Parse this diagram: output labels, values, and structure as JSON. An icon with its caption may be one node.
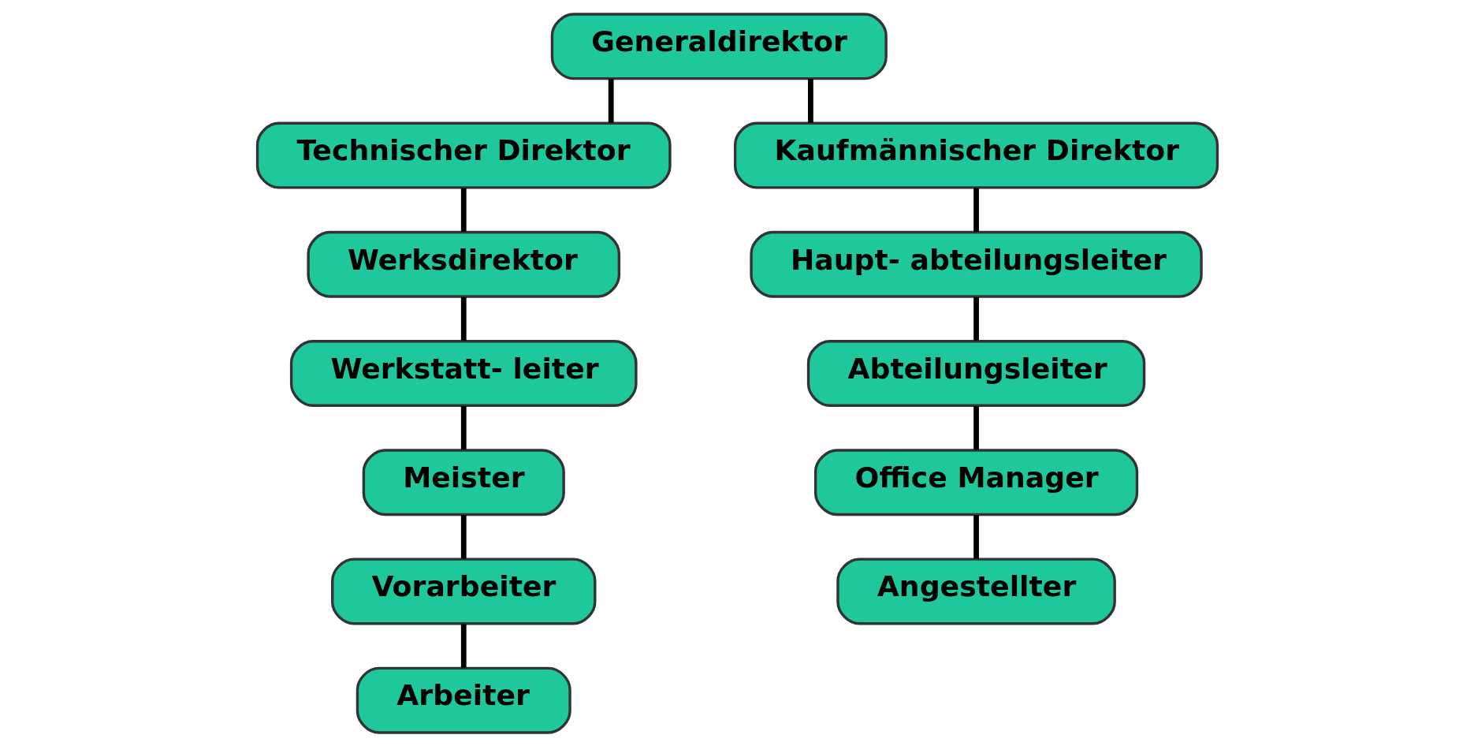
{
  "diagram": {
    "nodes": [
      {
        "text": [
          "Generaldirektor"
        ]
      },
      {
        "text": [
          "Technischer Direktor"
        ]
      },
      {
        "text": [
          "Kaufmännischer Direktor"
        ]
      },
      {
        "text": [
          "Werksdirektor"
        ]
      },
      {
        "text": [
          "Haupt- abteilungsleiter"
        ]
      },
      {
        "text": [
          "Werkstatt- leiter"
        ]
      },
      {
        "text": [
          "Abteilungsleiter"
        ]
      },
      {
        "text": [
          "Meister"
        ]
      },
      {
        "text": [
          "Office Manager"
        ]
      },
      {
        "text": [
          "Vorarbeiter"
        ]
      },
      {
        "text": [
          "Angestellter"
        ]
      },
      {
        "text": [
          "Arbeiter"
        ]
      }
    ],
    "edges": [
      {
        "from": 0,
        "to": 1,
        "arrow": "none"
      },
      {
        "from": 0,
        "to": 2,
        "arrow": "none"
      },
      {
        "from": 1,
        "to": 3,
        "arrow": "none"
      },
      {
        "from": 2,
        "to": 4,
        "arrow": "none"
      },
      {
        "from": 3,
        "to": 5,
        "arrow": "none"
      },
      {
        "from": 4,
        "to": 6,
        "arrow": "none"
      },
      {
        "from": 5,
        "to": 7,
        "arrow": "none"
      },
      {
        "from": 6,
        "to": 8,
        "arrow": "none"
      },
      {
        "from": 7,
        "to": 9,
        "arrow": "none"
      },
      {
        "from": 8,
        "to": 10,
        "arrow": "none"
      },
      {
        "from": 9,
        "to": 11,
        "arrow": "none"
      }
    ]
  }
}
